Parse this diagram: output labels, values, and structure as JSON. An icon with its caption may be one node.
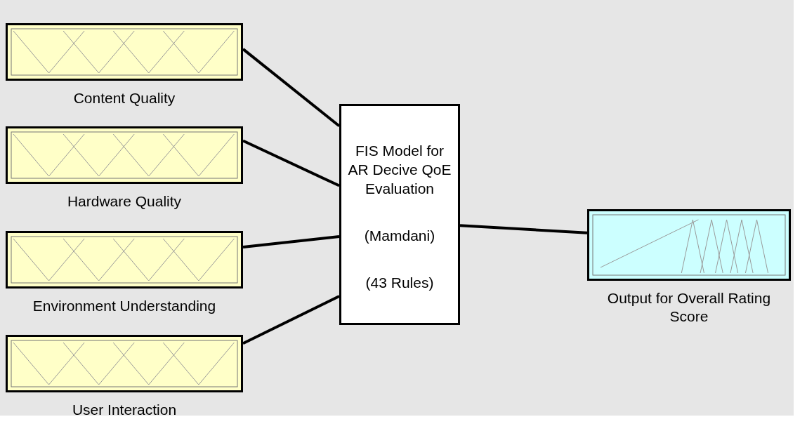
{
  "diagram": {
    "nodes": [
      {
        "text": [
          "Content Quality"
        ]
      },
      {
        "text": [
          "Hardware Quality"
        ]
      },
      {
        "text": [
          "Environment Understanding"
        ]
      },
      {
        "text": [
          "User Interaction"
        ]
      },
      {
        "text": [
          "FIS Model for AR Decive QoE Evaluation",
          "(Mamdani)",
          "(43 Rules)"
        ]
      },
      {
        "text": [
          "Output for Overall Rating Score"
        ]
      }
    ],
    "edges": [
      {
        "from": 0,
        "to": 4,
        "arrow": "none"
      },
      {
        "from": 1,
        "to": 4,
        "arrow": "none"
      },
      {
        "from": 2,
        "to": 4,
        "arrow": "none"
      },
      {
        "from": 3,
        "to": 4,
        "arrow": "none"
      },
      {
        "from": 4,
        "to": 5,
        "arrow": "none"
      }
    ]
  }
}
